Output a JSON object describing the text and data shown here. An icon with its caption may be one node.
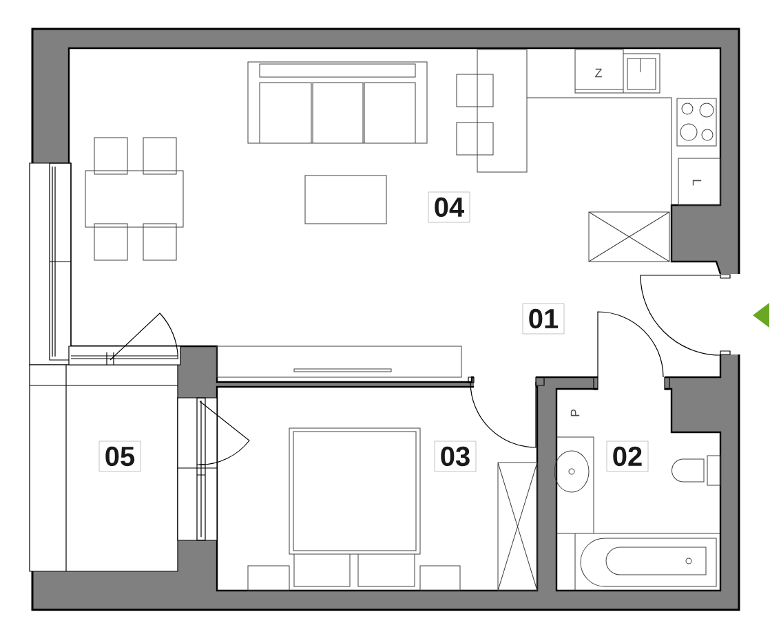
{
  "diagram": {
    "labels": [
      "Z",
      "L",
      "04",
      "01",
      "P",
      "03",
      "02",
      "05"
    ]
  }
}
